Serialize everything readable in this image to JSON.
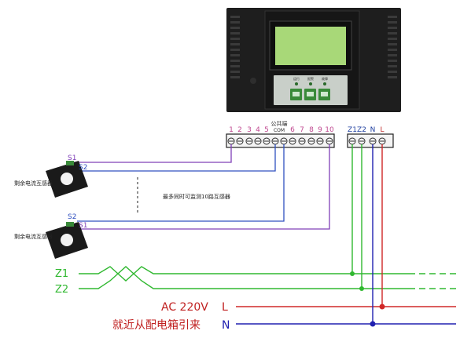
{
  "device": {
    "indicator_labels": [
      "运行",
      "报警",
      "故障"
    ],
    "common_terminal_label": "公共端",
    "com_label": "COM"
  },
  "terminals": {
    "sensor_numbers": [
      "1",
      "2",
      "3",
      "4",
      "5",
      "6",
      "7",
      "8",
      "9",
      "10"
    ],
    "power_labels": [
      "Z1",
      "Z2",
      "N",
      "L"
    ]
  },
  "sensors": [
    {
      "name": "剩余电流互感器",
      "wire_top": "S1",
      "wire_bottom": "S2"
    },
    {
      "name": "剩余电流互感器",
      "wire_top": "S2",
      "wire_bottom": "S1"
    }
  ],
  "note": "最多同时可监测10路互感器",
  "bus": {
    "z1": "Z1",
    "z2": "Z2",
    "ac": "AC 220V",
    "l": "L",
    "n": "N",
    "source_note": "就近从配电箱引来"
  },
  "colors": {
    "device_body": "#1e1e1e",
    "lcd": "#a8d878",
    "keypad": "#c9cfc9",
    "key_green": "#3a8a3a",
    "wire_purple": "#8040b8",
    "wire_blue": "#3050c0",
    "wire_green": "#30b830",
    "wire_red": "#d02828",
    "wire_navy": "#2020b0",
    "terminal_number": "#c04890",
    "terminal_label": "#2040a0"
  }
}
